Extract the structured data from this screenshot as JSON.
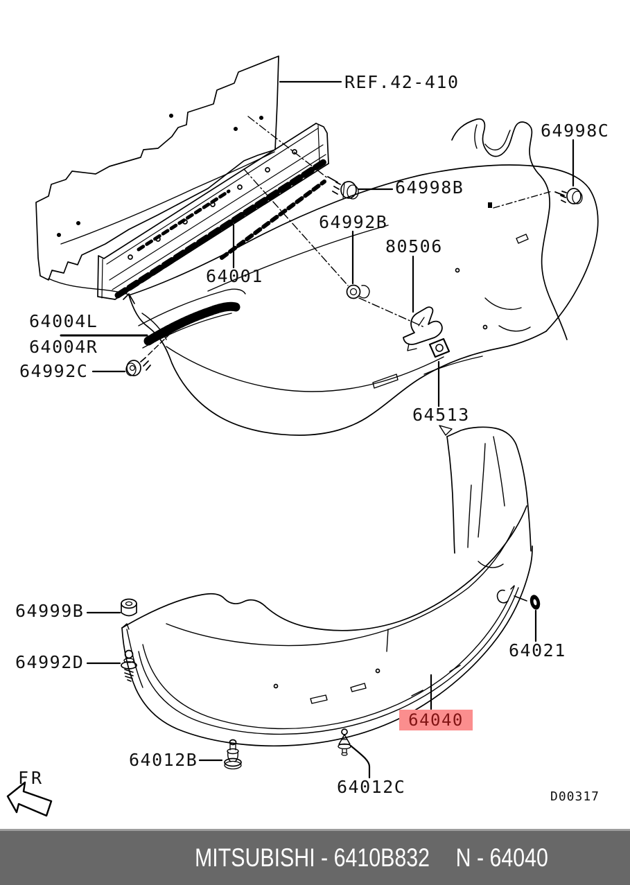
{
  "diagram": {
    "ref_label": "REF.42-410",
    "fr_indicator": "FR",
    "drawing_code": "D00317",
    "line_color": "#000000",
    "parts": {
      "p64001": "64001",
      "p64004L": "64004L",
      "p64004R": "64004R",
      "p64012B": "64012B",
      "p64012C": "64012C",
      "p64021": "64021",
      "p64513": "64513",
      "p64992B": "64992B",
      "p64992C": "64992C",
      "p64992D": "64992D",
      "p64998B": "64998B",
      "p64998C": "64998C",
      "p64999B": "64999B",
      "p80506": "80506"
    },
    "highlighted_part": {
      "number": "64040",
      "highlight_bg": "#fb8e8e",
      "highlight_fg": "#811414"
    },
    "footer": {
      "brand_part": "MITSUBISHI - 6410B832",
      "catalog_ref": "N - 64040",
      "bg": "#686868",
      "fg": "#ffffff"
    }
  }
}
